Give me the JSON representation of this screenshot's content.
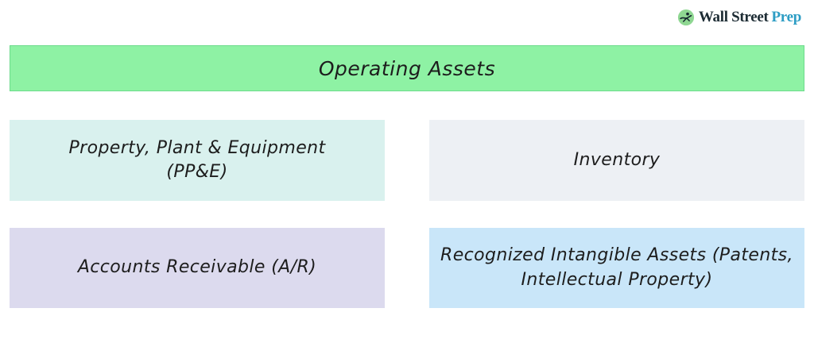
{
  "logo": {
    "name_primary": "Wall Street",
    "name_accent": "Prep",
    "colors": {
      "primary_text": "#1c2b33",
      "accent_text": "#2d9dc4",
      "icon_bg": "#8fd792",
      "icon_figure": "#15262e"
    }
  },
  "header": {
    "title": "Operating Assets",
    "bg_color": "#8ef2a4",
    "text_color": "#1d1d1d"
  },
  "boxes": [
    {
      "label": "Property, Plant & Equipment (PP&E)",
      "bg_color": "#d9f1ee"
    },
    {
      "label": "Inventory",
      "bg_color": "#edf0f4"
    },
    {
      "label": "Accounts Receivable (A/R)",
      "bg_color": "#dcdaee"
    },
    {
      "label": "Recognized Intangible Assets (Patents, Intellectual Property)",
      "bg_color": "#c9e6f9"
    }
  ]
}
